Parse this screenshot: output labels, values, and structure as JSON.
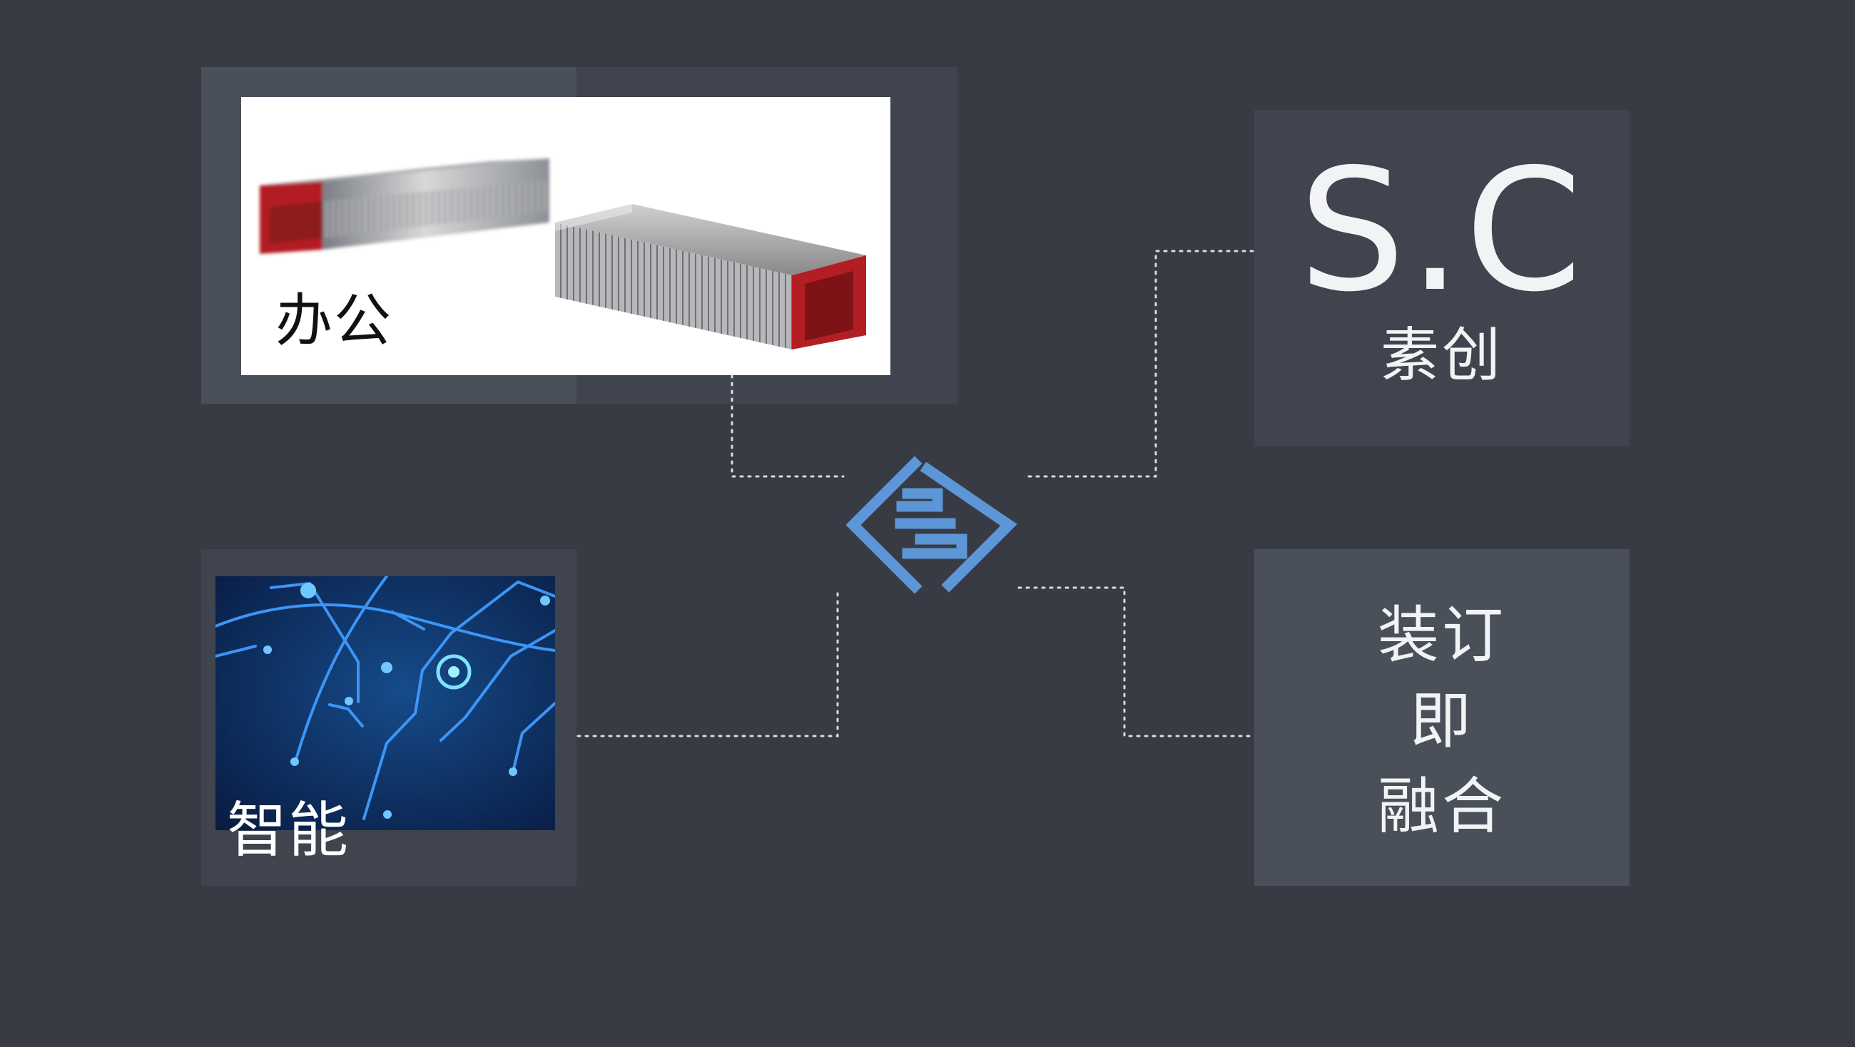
{
  "slide": {
    "office_label": "办公",
    "smart_label": "智能",
    "brand": {
      "mark": "S.C",
      "name": "素创"
    },
    "binding": {
      "line1": "装订",
      "line2": "即",
      "line3": "融合"
    }
  },
  "colors": {
    "background": "#383b44",
    "panel_light": "#4a505a",
    "panel_dark": "#40444e",
    "logo_blue": "#5d96d6",
    "connector": "#d8dbe2",
    "staple_red": "#b31e24",
    "circuit_bg": "#0b2452"
  },
  "icons": {
    "center_logo": "diamond-e-logo-icon",
    "staples": "staples-photo-icon",
    "circuit": "circuit-board-photo-icon"
  }
}
